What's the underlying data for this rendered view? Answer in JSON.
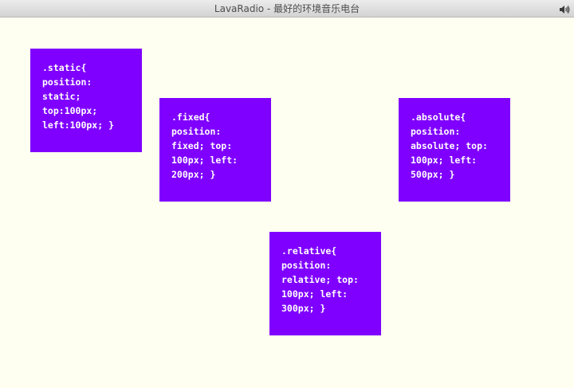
{
  "window": {
    "title": "LavaRadio - 最好的环境音乐电台",
    "volume_icon": "speaker-volume-icon"
  },
  "colors": {
    "background": "#fffff1",
    "box": "#7f00ff",
    "box_text": "#ffffff"
  },
  "boxes": {
    "static": ".static{ position: static; top:100px; left:100px; }",
    "fixed": ".fixed{ position: fixed; top: 100px; left: 200px; }",
    "absolute": ".absolute{ position: absolute; top: 100px; left: 500px; }",
    "relative": ".relative{ position: relative; top: 100px; left: 300px; }"
  }
}
